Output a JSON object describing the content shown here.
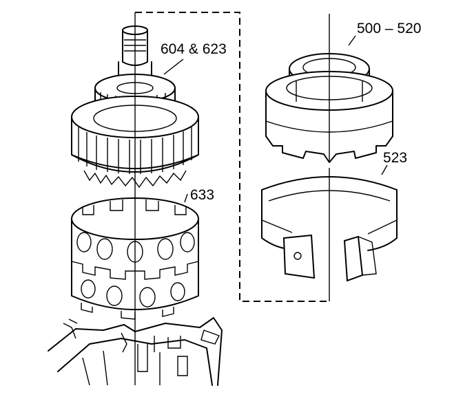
{
  "callouts": {
    "drum_and_gear": "604 & 623",
    "shell": "633",
    "housing": "500 – 520",
    "band": "523"
  }
}
